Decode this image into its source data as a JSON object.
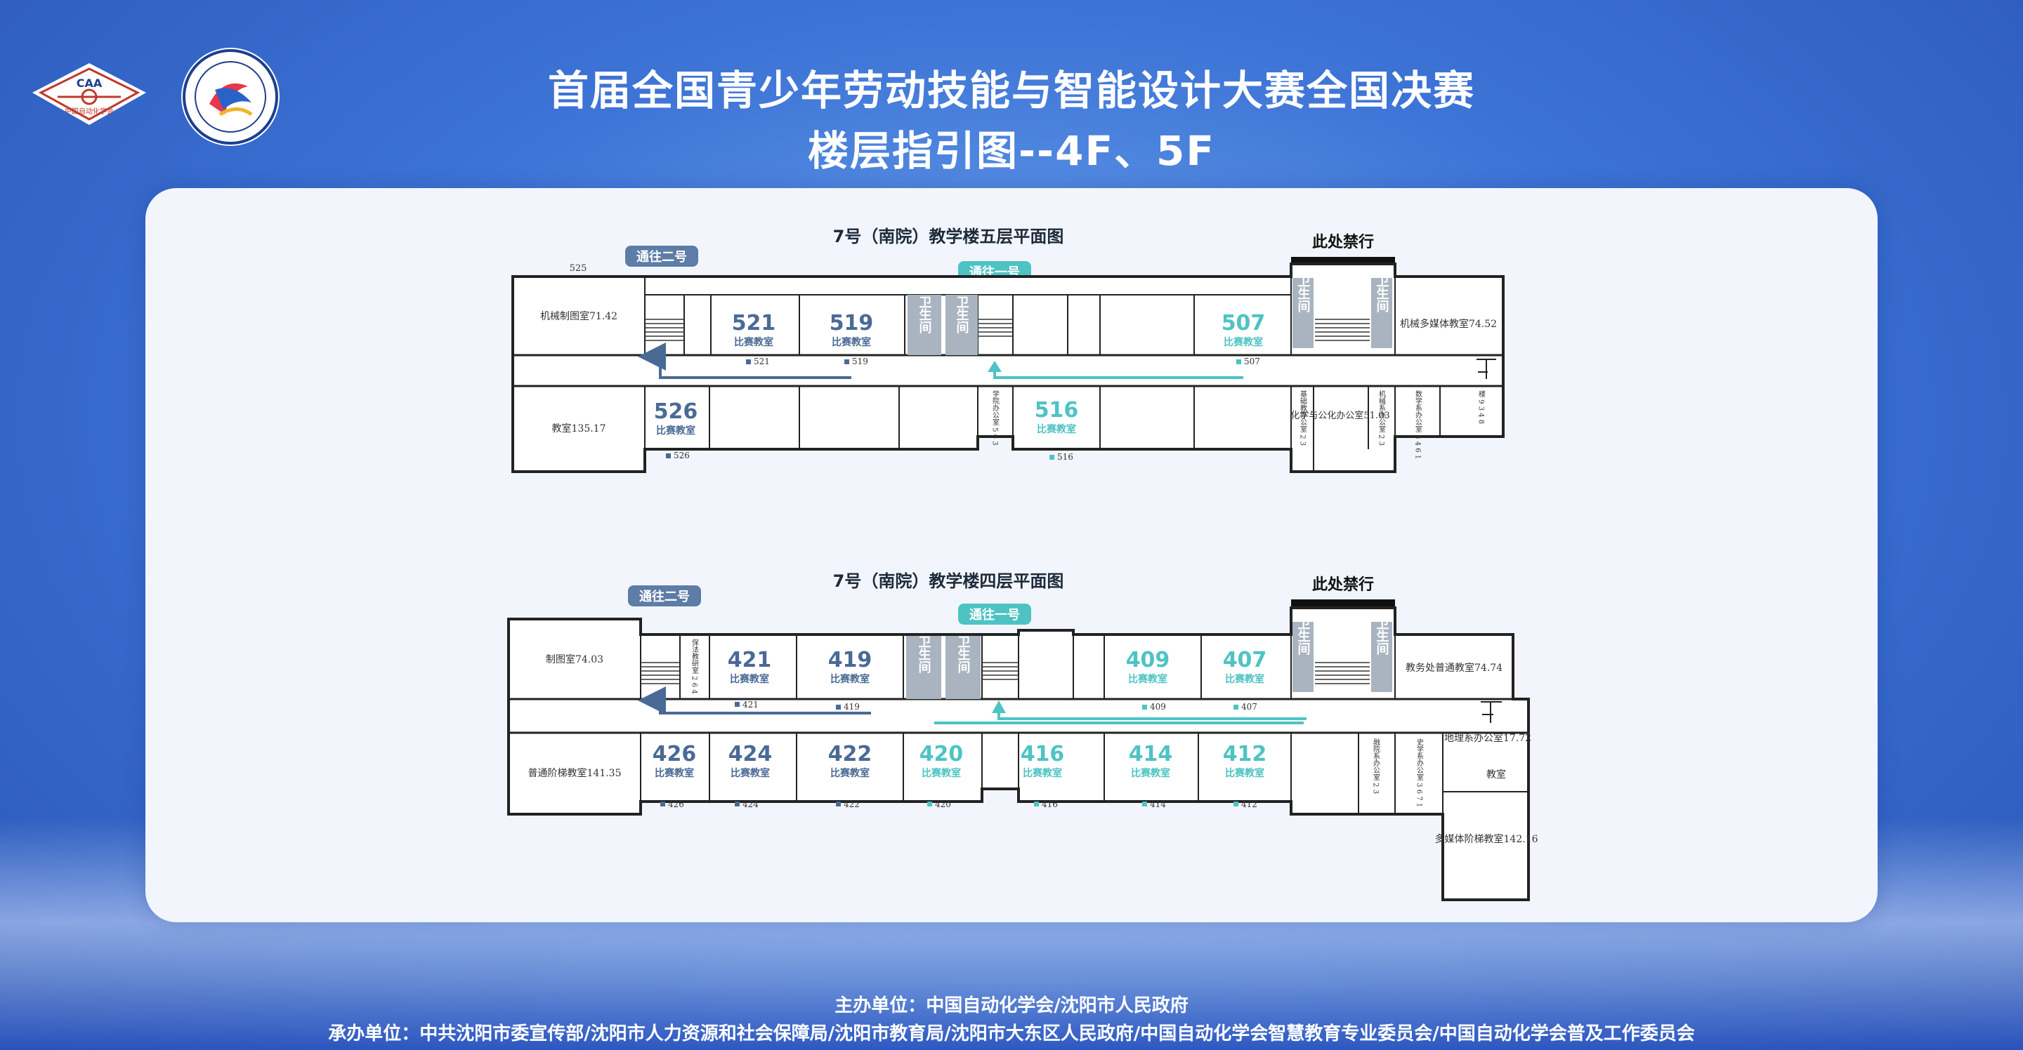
{
  "header": {
    "title_line1": "首届全国青少年劳动技能与智能设计大赛全国决赛",
    "title_line2": "楼层指引图--4F、5F",
    "logo_left_text": "CAA",
    "logo_left_sub": "中国自动化学会"
  },
  "floor5": {
    "title": "7号（南院）教学楼五层平面图",
    "no_entry": "此处禁行",
    "to_two": "通往二号",
    "to_one": "通往一号",
    "label_525": "525",
    "room_jixie": "机械制图室71.42",
    "room_jiaoshi": "教室135.17",
    "room_jixie_media": "机械多媒体教室74.52",
    "wc": "卫生间",
    "comp_label": "比赛教室",
    "rooms": [
      {
        "num": "521",
        "tag": "521"
      },
      {
        "num": "519",
        "tag": "519"
      },
      {
        "num": "507",
        "tag": "507"
      },
      {
        "num": "526",
        "tag": "526"
      },
      {
        "num": "516",
        "tag": "516"
      }
    ],
    "small_room_1": "学院办公室 5 6 3",
    "small_room_2": "基础教办公室 2 3",
    "small_room_3": "化学与公化办公室51.03",
    "small_room_4": "机械系办公室 2 3",
    "small_room_5": "数学系办公室 3 4 6 1",
    "small_room_6": "楼 9 3 4 8"
  },
  "floor4": {
    "title": "7号（南院）教学楼四层平面图",
    "no_entry": "此处禁行",
    "to_two": "通往二号",
    "to_one": "通往一号",
    "room_zhitu": "制图室74.03",
    "room_putong": "普通阶梯教室141.35",
    "room_jiaowu": "教务处普通教室74.74",
    "room_dili": "地理系办公室17.72",
    "room_jiaoshi": "教室",
    "room_media": "多媒体阶梯教室142.16",
    "wc": "卫生间",
    "comp_label": "比赛教室",
    "rooms": [
      {
        "num": "421",
        "tag": "421"
      },
      {
        "num": "419",
        "tag": "419"
      },
      {
        "num": "409",
        "tag": "409"
      },
      {
        "num": "407",
        "tag": "407"
      },
      {
        "num": "426",
        "tag": "426"
      },
      {
        "num": "424",
        "tag": "424"
      },
      {
        "num": "422",
        "tag": "422"
      },
      {
        "num": "420",
        "tag": "420"
      },
      {
        "num": "416",
        "tag": "416"
      },
      {
        "num": "414",
        "tag": "414"
      },
      {
        "num": "412",
        "tag": "412"
      }
    ],
    "small_room_1": "保法教研室 2 6 4",
    "small_room_2": "融院系办公室 2 3",
    "small_room_3": "史学系办公室 3 6 7 1"
  },
  "footer": {
    "line1": "主办单位：中国自动化学会/沈阳市人民政府",
    "line2": "承办单位：中共沈阳市委宣传部/沈阳市人力资源和社会保障局/沈阳市教育局/沈阳市大东区人民政府/中国自动化学会智慧教育专业委员会/中国自动化学会普及工作委员会"
  },
  "colors": {
    "dark_blue": "#4a6a96",
    "teal": "#4ec3c4",
    "wc_gray": "#a9b4c0",
    "bg_blue": "#3d74d6"
  }
}
